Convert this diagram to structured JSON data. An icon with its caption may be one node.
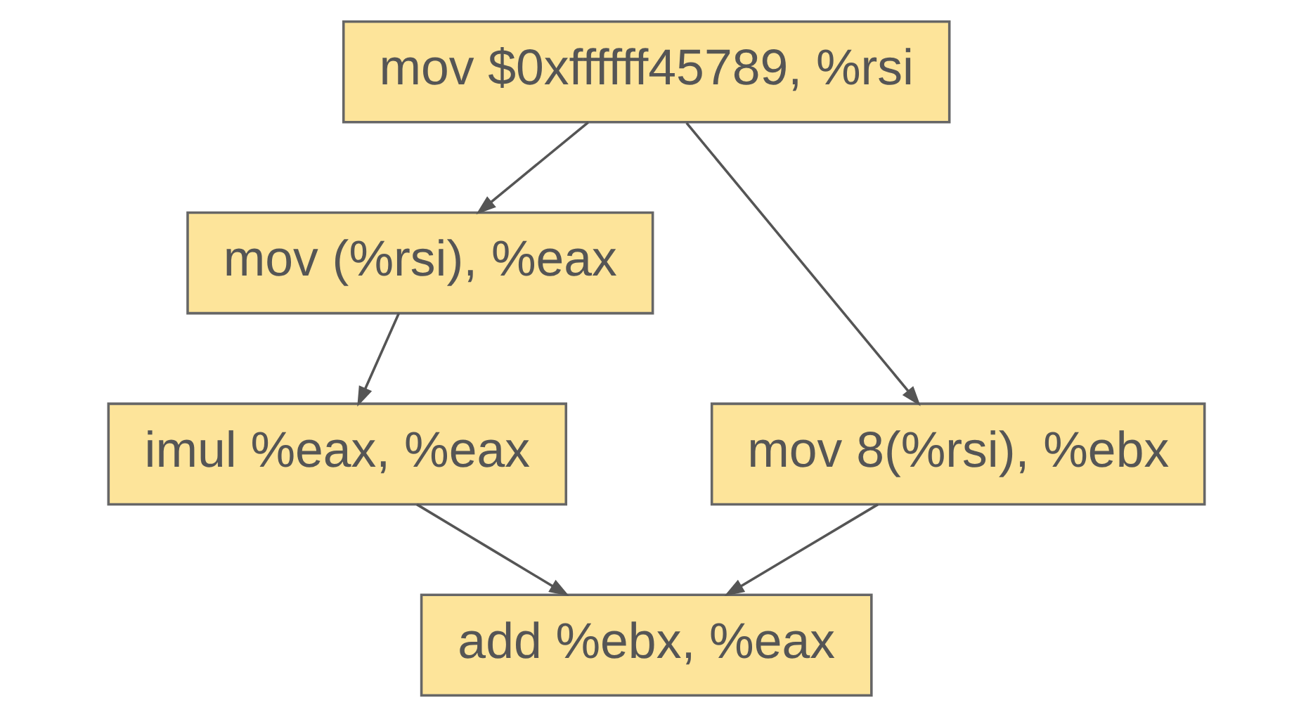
{
  "diagram": {
    "nodes": [
      {
        "text": [
          "mov $0xffffff45789, %rsi"
        ]
      },
      {
        "text": [
          "mov (%rsi), %eax"
        ]
      },
      {
        "text": [
          "mov 8(%rsi), %ebx"
        ]
      },
      {
        "text": [
          "imul %eax, %eax"
        ]
      },
      {
        "text": [
          "add %ebx, %eax"
        ]
      }
    ],
    "edges": [
      {
        "from": 0,
        "to": 1,
        "arrow": "to"
      },
      {
        "from": 0,
        "to": 2,
        "arrow": "to"
      },
      {
        "from": 1,
        "to": 3,
        "arrow": "to"
      },
      {
        "from": 3,
        "to": 4,
        "arrow": "to"
      },
      {
        "from": 2,
        "to": 4,
        "arrow": "to"
      }
    ]
  }
}
